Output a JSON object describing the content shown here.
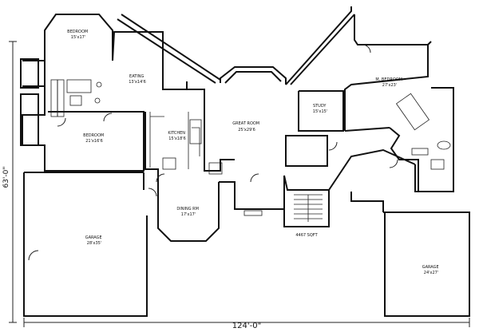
{
  "rooms": {
    "bedroom_nw": {
      "name": "BEDROOM",
      "size": "15'x17'"
    },
    "eating": {
      "name": "EATING",
      "size": "13'x14'6"
    },
    "bedroom_w": {
      "name": "BEDROOM",
      "size": "21'x16'6"
    },
    "kitchen": {
      "name": "KITCHEN",
      "size": "15'x18'6"
    },
    "great_room": {
      "name": "GREAT ROOM",
      "size": "25'x29'6"
    },
    "study": {
      "name": "STUDY",
      "size": "15'x15'"
    },
    "master_bedroom": {
      "name": "M. BEDROOM",
      "size": "27'x23'"
    },
    "dining": {
      "name": "DINING RM",
      "size": "17'x17'"
    },
    "garage_w": {
      "name": "GARAGE",
      "size": "28'x35'"
    },
    "garage_e": {
      "name": "GARAGE",
      "size": "24'x27'"
    }
  },
  "area_label": "4467 SQFT",
  "dimensions": {
    "width": "124'-0\"",
    "depth": "63'-0\""
  }
}
